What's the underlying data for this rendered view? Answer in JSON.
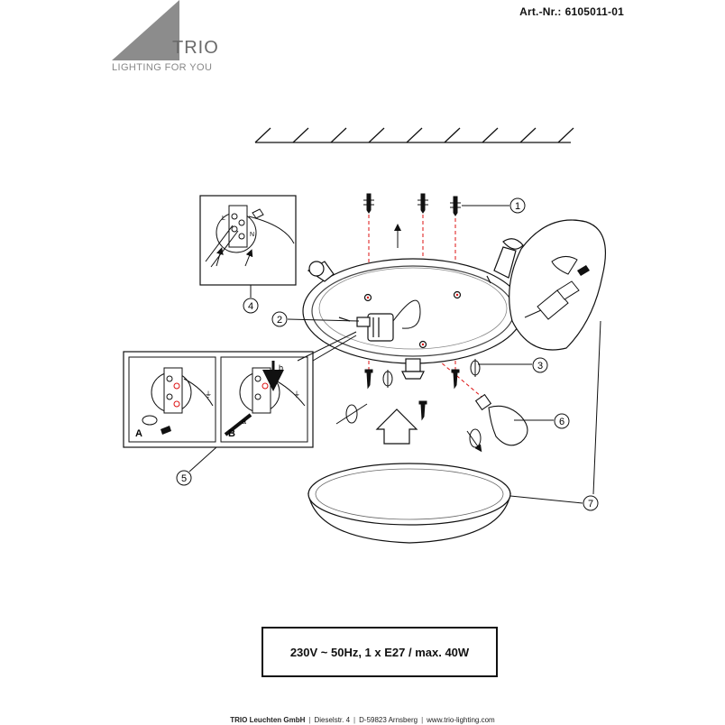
{
  "header": {
    "article_label": "Art.-Nr.:",
    "article_number": "6105011-01"
  },
  "brand": {
    "name": "TRIO",
    "tagline": "LIGHTING FOR YOU",
    "logo_color": "#8c8c8c"
  },
  "diagram": {
    "callouts": [
      "1",
      "2",
      "3",
      "4",
      "5",
      "6",
      "7"
    ],
    "inset_labels": [
      "A",
      "B"
    ],
    "wire_labels": [
      "a",
      "b"
    ],
    "terminal_labels": [
      "L",
      "N"
    ],
    "icons": [
      "ceiling-hatch",
      "screw-icon",
      "dowel-icon",
      "bulb-icon",
      "arrow-up-icon",
      "rotate-icon",
      "earth-icon"
    ]
  },
  "spec": {
    "text": "230V ~ 50Hz, 1 x E27 / max. 40W"
  },
  "footer": {
    "company": "TRIO Leuchten GmbH",
    "street": "Dieselstr. 4",
    "city": "D-59823 Arnsberg",
    "website": "www.trio-lighting.com"
  }
}
